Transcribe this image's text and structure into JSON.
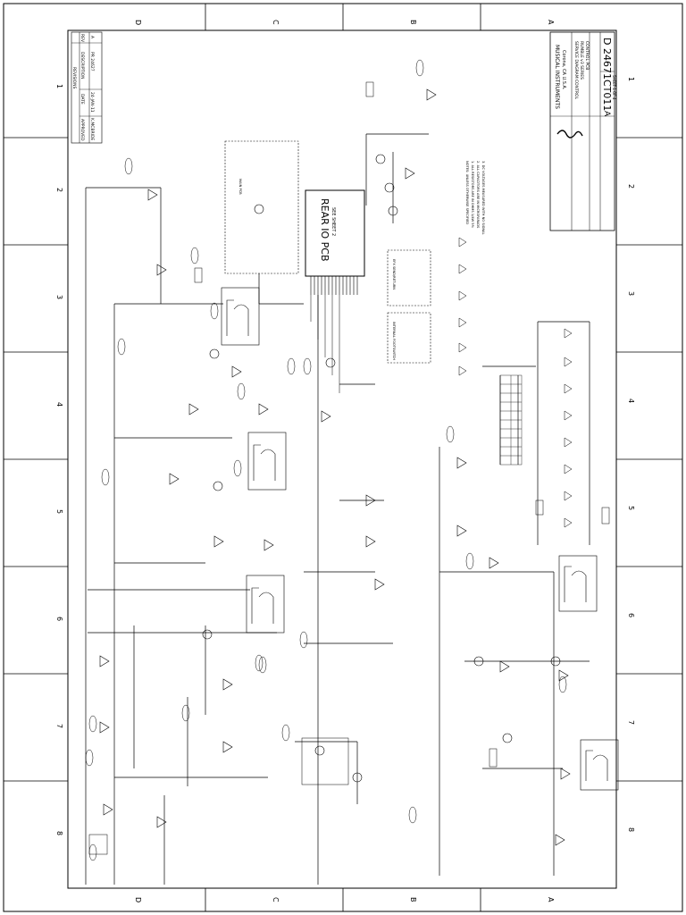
{
  "schematic": {
    "zone_letters": [
      "D",
      "C",
      "B",
      "A"
    ],
    "zone_numbers": [
      "1",
      "2",
      "3",
      "4",
      "5",
      "6",
      "7",
      "8"
    ],
    "main_block": {
      "title": "REAR IO PCB",
      "subtitle": "SEE SHEET 2"
    },
    "revisions": {
      "header": "REVISIONS",
      "columns": [
        "REV",
        "DESCRIPTION",
        "DATE",
        "APPROVED"
      ],
      "row": [
        "A",
        "PR 24627",
        "24-JAN-11",
        "K.MCBRIDE"
      ]
    },
    "title_block": {
      "company": "MUSICAL INSTRUMENTS",
      "location": "Corona, CA U.S.A.",
      "title_line1": "SERVICE DIAGRAM CONTROL",
      "title_line2": "RUMBLE v3 SERIES",
      "title_line3": "CONTROL PCB",
      "size": "D",
      "drawing_number": "24671CT011",
      "rev": "A",
      "sheet": "SHEET 1 OF 4"
    },
    "notes": [
      "NOTES: UNLESS OTHERWISE SPECIFIED",
      "1. ALL RESISTORS ARE IN OHMS 1/4W 5%",
      "2. ALL CAPACITORS ARE IN MICROFARADS",
      "3. DC VOLTAGES MEASURED WITH NO SIGNAL"
    ],
    "sub_blocks": [
      "MAIN PCB",
      "INTERNAL FOOTSWITCH",
      "EFX SEND/RETURN"
    ]
  }
}
